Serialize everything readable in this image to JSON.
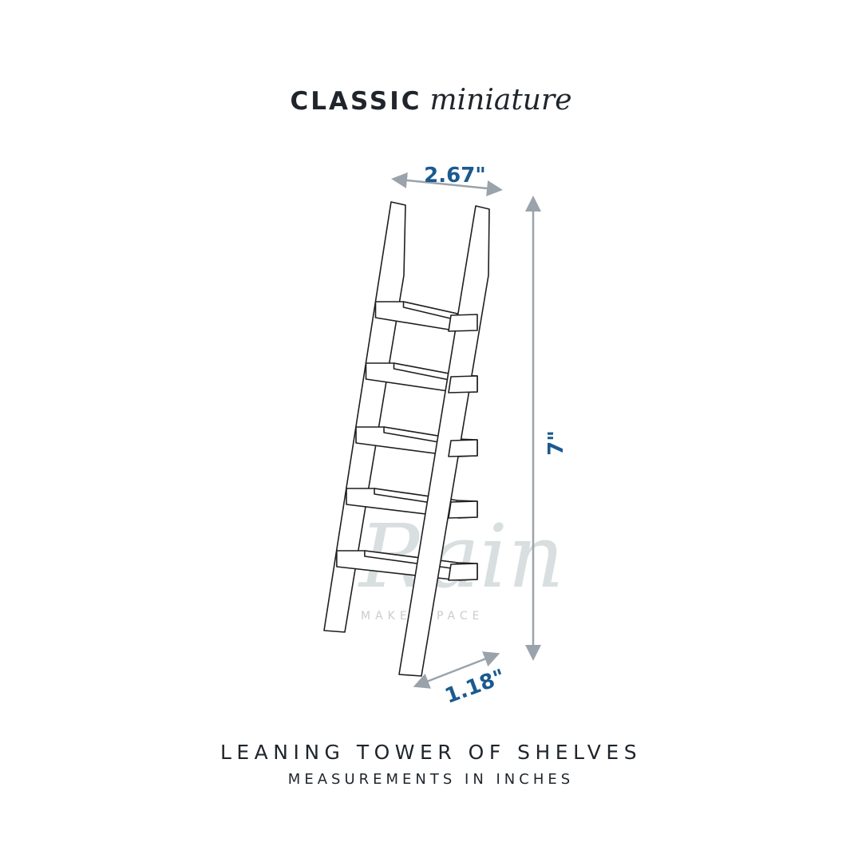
{
  "title": {
    "bold": "CLASSIC",
    "script": "miniature"
  },
  "dimensions": {
    "width": "2.67\"",
    "height": "7\"",
    "depth": "1.18\""
  },
  "watermark": {
    "script": "Rain",
    "text": "MAKERZPACE"
  },
  "caption": {
    "line1": "LEANING TOWER OF SHELVES",
    "line2": "MEASUREMENTS IN INCHES"
  },
  "colors": {
    "dimension_text": "#1a5a8f",
    "dimension_arrow": "#9aa3ab",
    "line": "#1f1f1f"
  }
}
